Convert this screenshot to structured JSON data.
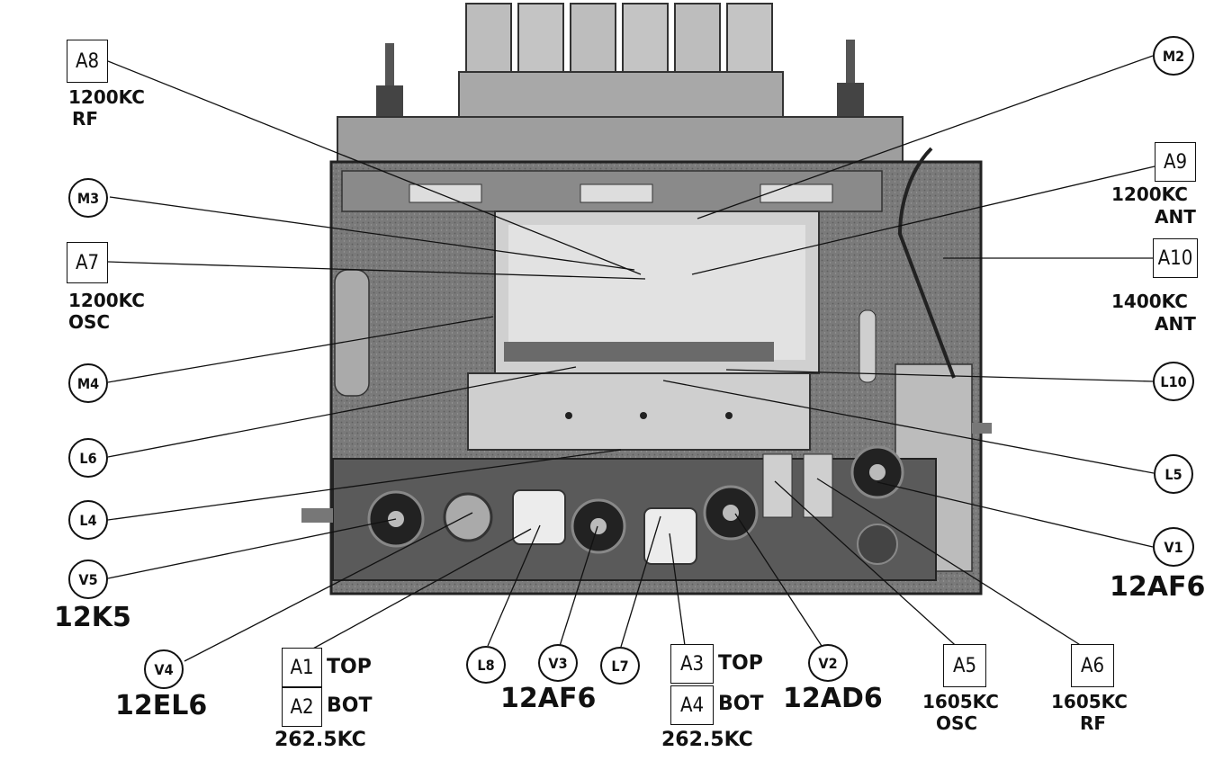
{
  "callouts": {
    "A8": {
      "label": "A8",
      "lines": [
        "1200KC",
        "RF"
      ]
    },
    "M3": {
      "label": "M3"
    },
    "A7": {
      "label": "A7",
      "lines": [
        "1200KC",
        "OSC"
      ]
    },
    "M4": {
      "label": "M4"
    },
    "L6": {
      "label": "L6"
    },
    "L4": {
      "label": "L4"
    },
    "V5": {
      "label": "V5",
      "tube": "12K5"
    },
    "M2": {
      "label": "M2"
    },
    "A9": {
      "label": "A9",
      "lines": [
        "1200KC",
        "ANT"
      ]
    },
    "A10": {
      "label": "A10",
      "lines": [
        "1400KC",
        "ANT"
      ]
    },
    "L10": {
      "label": "L10"
    },
    "L5": {
      "label": "L5"
    },
    "V1": {
      "label": "V1",
      "tube": "12AF6"
    },
    "V4": {
      "label": "V4",
      "tube": "12EL6"
    },
    "A1": {
      "label": "A1",
      "side": "TOP"
    },
    "A2": {
      "label": "A2",
      "side": "BOT",
      "freq": "262.5KC"
    },
    "L8": {
      "label": "L8"
    },
    "V3": {
      "label": "V3",
      "tube": "12AF6"
    },
    "L7": {
      "label": "L7"
    },
    "A3": {
      "label": "A3",
      "side": "TOP"
    },
    "A4": {
      "label": "A4",
      "side": "BOT",
      "freq": "262.5KC"
    },
    "V2": {
      "label": "V2",
      "tube": "12AD6"
    },
    "A5": {
      "label": "A5",
      "lines": [
        "1605KC",
        "OSC"
      ]
    },
    "A6": {
      "label": "A6",
      "lines": [
        "1605KC",
        "RF"
      ]
    }
  }
}
